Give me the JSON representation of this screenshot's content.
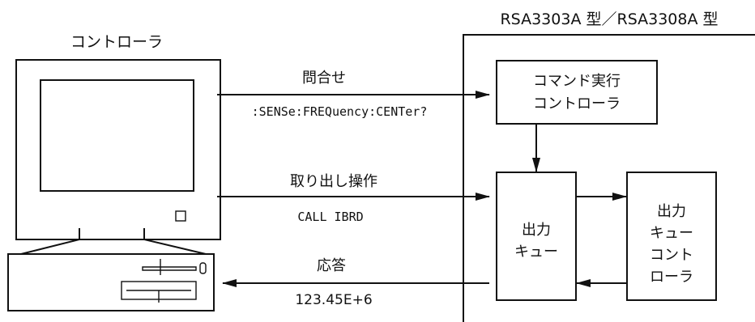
{
  "instrument": {
    "model_label": "RSA3303A 型／RSA3308A 型"
  },
  "controller": {
    "label": "コントローラ"
  },
  "messages": {
    "query": {
      "title": "問合せ",
      "command": ":SENSe:FREQuency:CENTer?"
    },
    "fetch": {
      "title": "取り出し操作",
      "command": "CALL IBRD"
    },
    "response": {
      "title": "応答",
      "value": "123.45E+6"
    }
  },
  "blocks": {
    "command_executor": {
      "line1": "コマンド実行",
      "line2": "コントローラ"
    },
    "output_queue": {
      "line1": "出力",
      "line2": "キュー"
    },
    "output_queue_controller": {
      "line1": "出力",
      "line2": "キュー",
      "line3": "コント",
      "line4": "ローラ"
    }
  }
}
